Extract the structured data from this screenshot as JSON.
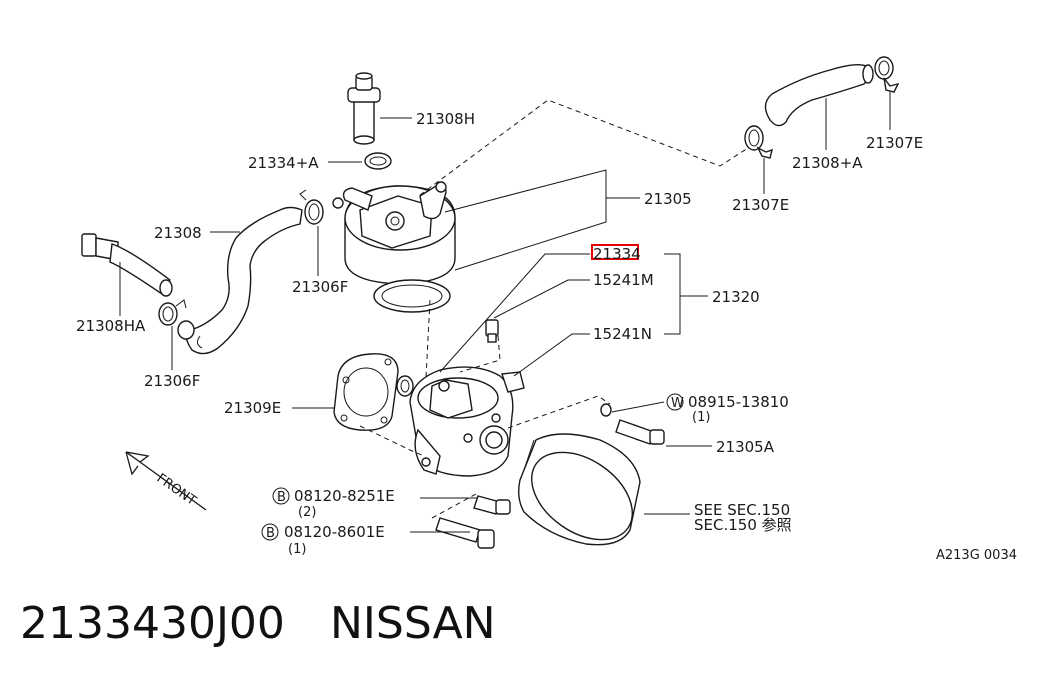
{
  "labels": {
    "l21308H": "21308H",
    "l21334A": "21334+A",
    "l21305": "21305",
    "l21308": "21308",
    "l21306F_top": "21306F",
    "l21308HA": "21308HA",
    "l21306F_bot": "21306F",
    "l21334": "21334",
    "l15241M": "15241M",
    "l21320": "21320",
    "l15241N": "15241N",
    "l21309E": "21309E",
    "l21307E_right": "21307E",
    "l21308A": "21308+A",
    "l21307E_mid": "21307E",
    "l08915": "08915-13810",
    "l08915_qty": "(1)",
    "l21305A": "21305A",
    "l08120a": "08120-8251E",
    "l08120a_qty": "(2)",
    "l08120b": "08120-8601E",
    "l08120b_qty": "(1)",
    "see_sec": "SEE SEC.150",
    "see_sec_jp": "SEC.150 参照",
    "front": "FRONT",
    "drawing_ref": "A213G 0034",
    "badge_w": "W",
    "badge_b1": "B",
    "badge_b2": "B"
  },
  "footer": {
    "part_number": "2133430J00",
    "brand": "NISSAN"
  },
  "highlight_color": "#e60000"
}
